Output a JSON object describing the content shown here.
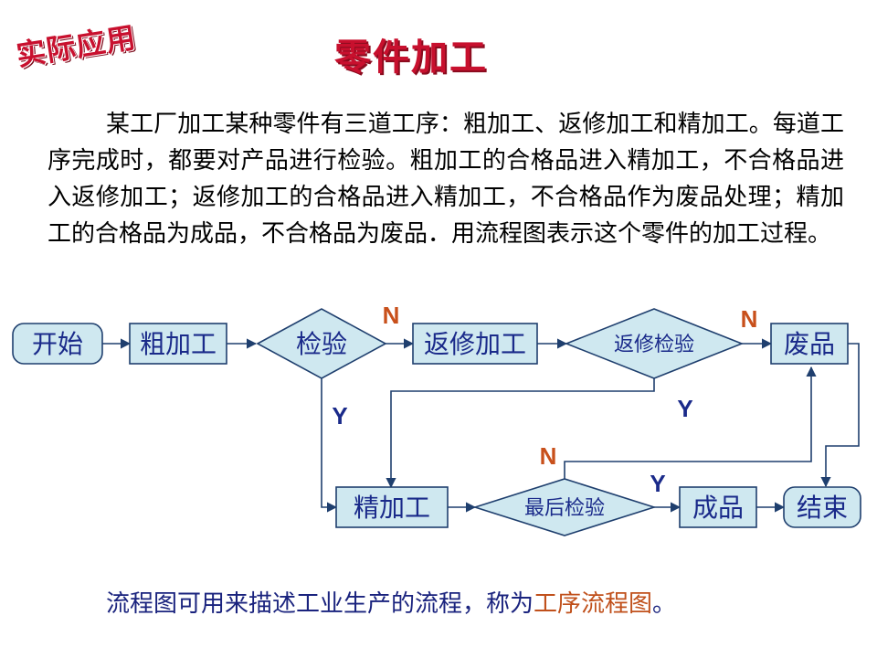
{
  "badge": "实际应用",
  "title": "零件加工",
  "paragraph": "某工厂加工某种零件有三道工序：粗加工、返修加工和精加工。每道工序完成时，都要对产品进行检验。粗加工的合格品进入精加工，不合格品进入返修加工；返修加工的合格品进入精加工，不合格品作为废品处理；精加工的合格品为成品，不合格品为废品．用流程图表示这个零件的加工过程。",
  "nodes": {
    "start": "开始",
    "rough": "粗加工",
    "inspect": "检验",
    "repair": "返修加工",
    "repair_inspect": "返修检验",
    "scrap": "废品",
    "fine": "精加工",
    "final_inspect": "最后检验",
    "product": "成品",
    "end": "结束"
  },
  "edge_labels": {
    "inspect_no": "N",
    "inspect_yes": "Y",
    "repair_no": "N",
    "repair_yes": "Y",
    "final_no": "N",
    "final_yes": "Y"
  },
  "caption": {
    "prefix": "流程图可用来描述工业生产的流程，称为",
    "highlight": "工序流程图",
    "suffix": "。"
  },
  "colors": {
    "node_fill": "#cfe8f0",
    "node_stroke": "#1f3f6e",
    "node_text": "#1a2a8a",
    "label_no": "#c8501b",
    "label_yes": "#1a2a8a",
    "title": "#c8102e"
  }
}
